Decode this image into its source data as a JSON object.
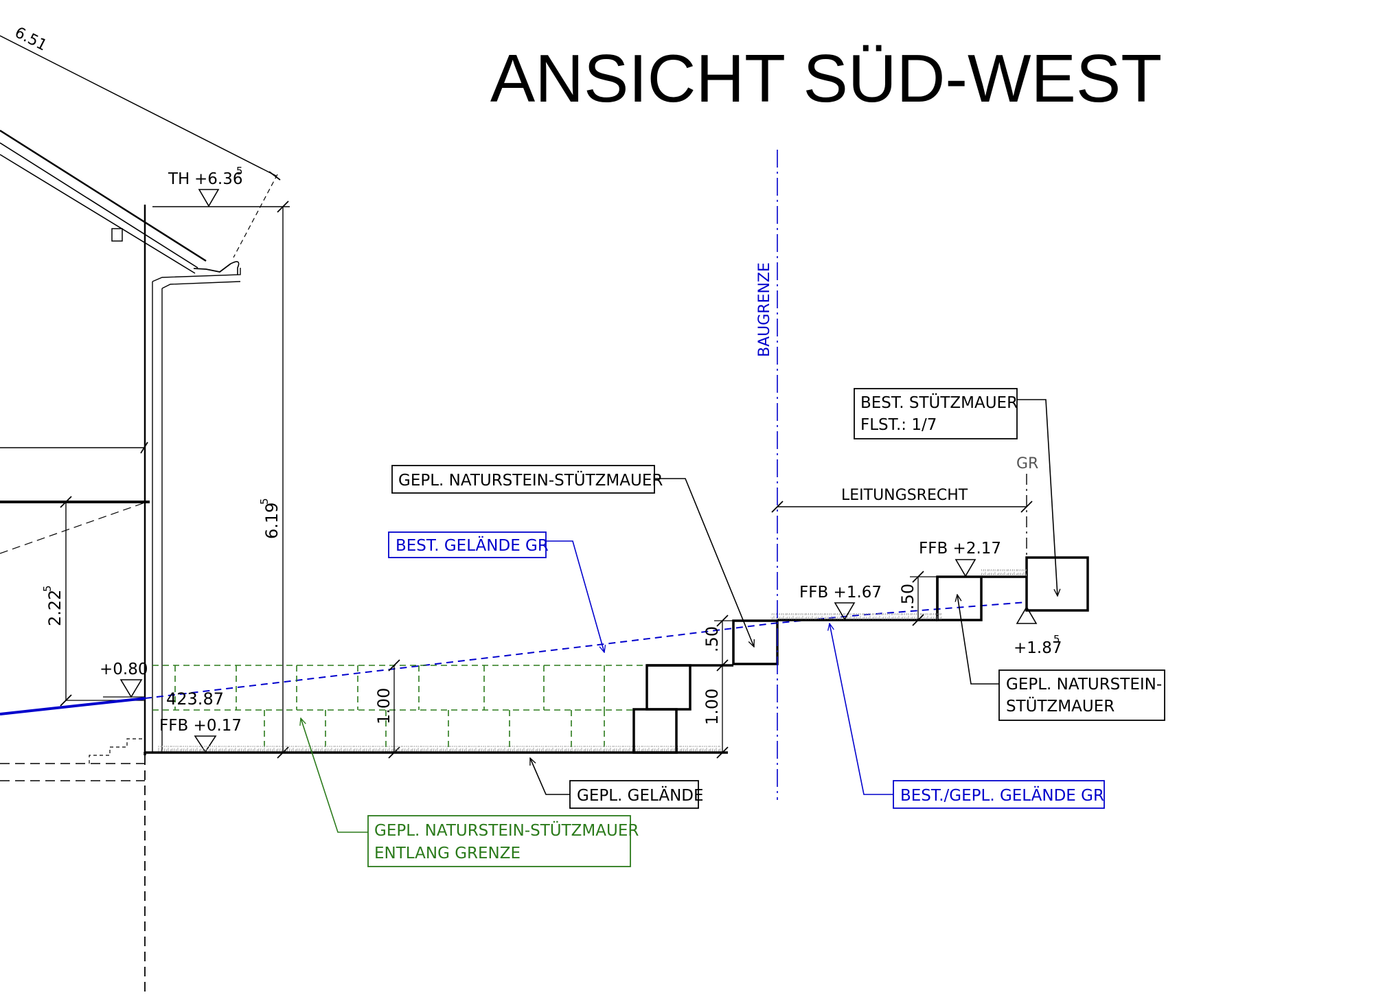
{
  "title": "ANSICHT SÜD-WEST",
  "colors": {
    "line": "#000000",
    "blue": "#0000cc",
    "green": "#2a7a1a",
    "gray": "#9a9a9a"
  },
  "dimensions": {
    "roof_length": "6.51",
    "height_total": "6.19",
    "height_total_sup": "5",
    "height_lower": "2.22",
    "height_lower_sup": "5",
    "wall_lower": "1.00",
    "step_total": "1.00",
    "step_upper": ".50",
    "right_step": ".50"
  },
  "levels": {
    "th_label": "TH",
    "th_value": "+6.36",
    "th_sup": "5",
    "plus080": "+0.80",
    "abs_height": "423.87",
    "ffb_house": "FFB  +0.17",
    "ffb_mid": "FFB  +1.67",
    "ffb_right": "FFB  +2.17",
    "gr_level": "+1.87",
    "gr_level_sup": "5"
  },
  "labels": {
    "baugrenze": "BAUGRENZE",
    "leitungsrecht": "LEITUNGSRECHT",
    "gr": "GR",
    "best_gelaende": "BEST. GELÄNDE GR",
    "gepl_stuetzmauer_mid": "GEPL. NATURSTEIN-STÜTZMAUER",
    "gepl_gelaende": "GEPL. GELÄNDE",
    "gepl_grenze_line1": "GEPL. NATURSTEIN-STÜTZMAUER",
    "gepl_grenze_line2": "ENTLANG GRENZE",
    "best_gepl_gelaende": "BEST./GEPL. GELÄNDE GR",
    "best_stuetzmauer_line1": "BEST. STÜTZMAUER",
    "best_stuetzmauer_line2": "FLST.: 1/7",
    "gepl_right_line1": "GEPL. NATURSTEIN-",
    "gepl_right_line2": "STÜTZMAUER"
  }
}
